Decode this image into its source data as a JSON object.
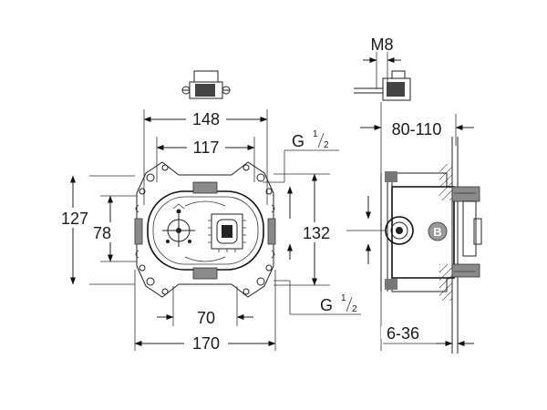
{
  "front_view": {
    "dim_148": "148",
    "dim_117": "117",
    "dim_127": "127",
    "dim_78": "78",
    "dim_132": "132",
    "dim_70": "70",
    "dim_170": "170",
    "thread_top": {
      "base": "G",
      "num": "1",
      "den": "2"
    },
    "thread_bottom": {
      "base": "G",
      "num": "1",
      "den": "2"
    }
  },
  "side_view": {
    "dim_m8": "M8",
    "dim_80_110": "80-110",
    "dim_6_36": "6-36",
    "badge": "B"
  },
  "colors": {
    "ink": "#222222",
    "fill_gray": "#8a8a8a",
    "background": "#ffffff"
  }
}
